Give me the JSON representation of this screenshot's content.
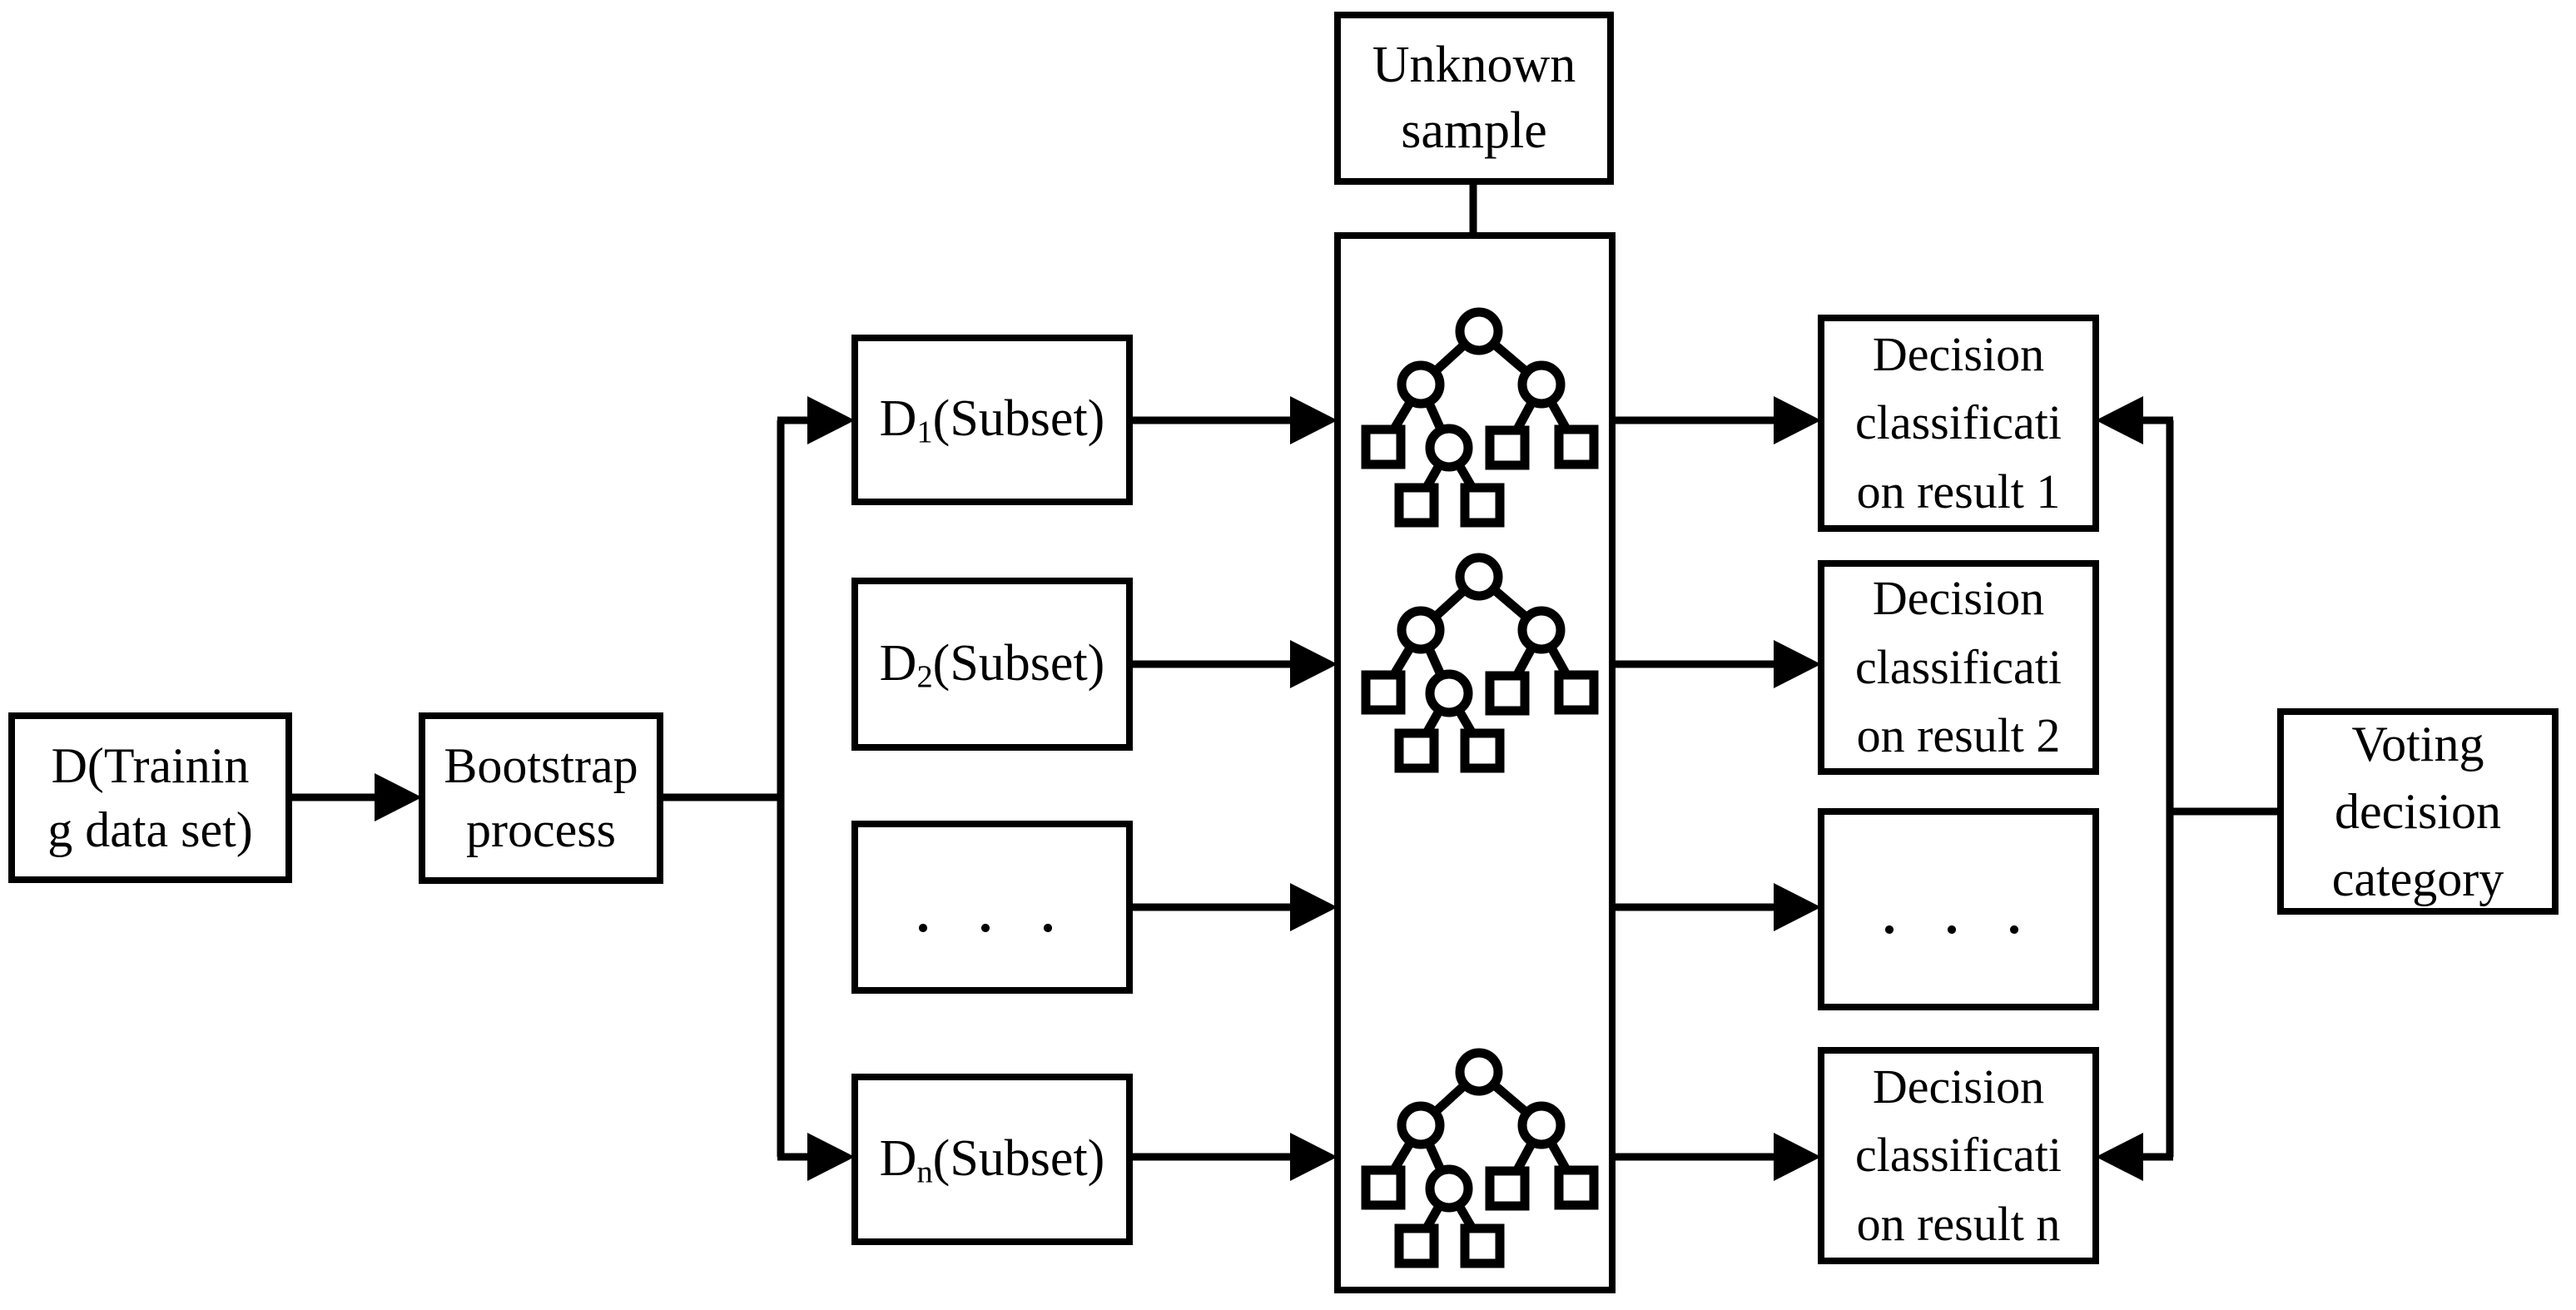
{
  "diagram": {
    "title": "Random forest voting classification diagram",
    "colors": {
      "stroke": "#000000",
      "background": "#ffffff"
    },
    "nodes": {
      "training_set": {
        "lines": [
          "D(Trainin",
          "g data set)"
        ]
      },
      "bootstrap": {
        "lines": [
          "Bootstrap",
          "process"
        ]
      },
      "subset_1": {
        "base": "D",
        "sub": "1",
        "rest": "(Subset)"
      },
      "subset_2": {
        "base": "D",
        "sub": "2",
        "rest": "(Subset)"
      },
      "subset_ellipsis": {
        "label": ". . ."
      },
      "subset_n": {
        "base": "D",
        "sub": "n",
        "rest": "(Subset)"
      },
      "unknown_sample": {
        "lines": [
          "Unknown",
          "sample"
        ]
      },
      "result_1": {
        "lines": [
          "Decision",
          "classificati",
          "on result 1"
        ]
      },
      "result_2": {
        "lines": [
          "Decision",
          "classificati",
          "on result 2"
        ]
      },
      "result_ellipsis": {
        "label": ". . ."
      },
      "result_n": {
        "lines": [
          "Decision",
          "classificati",
          "on result n"
        ]
      },
      "voting": {
        "lines": [
          "Voting",
          "decision",
          "category"
        ]
      }
    }
  }
}
